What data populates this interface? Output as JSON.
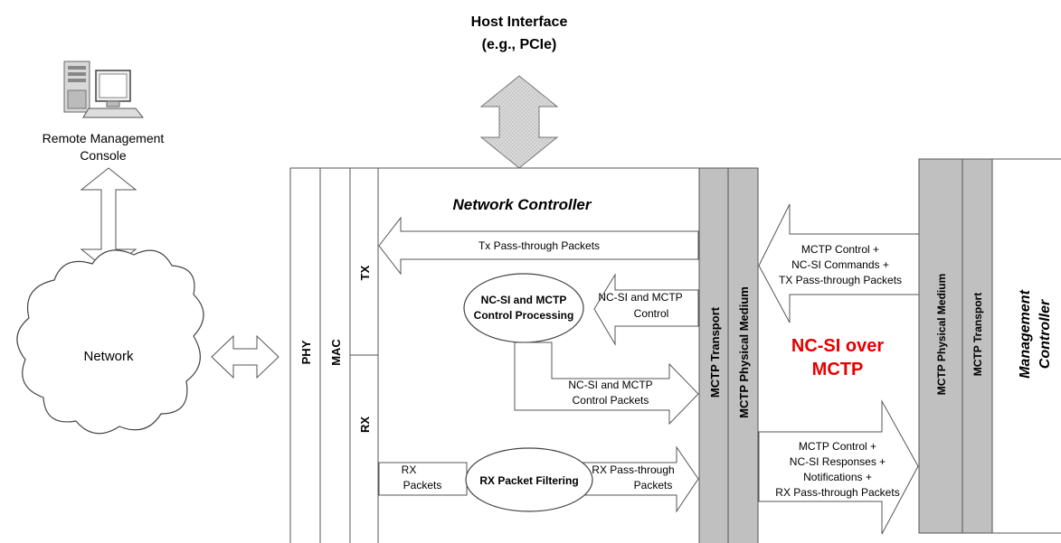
{
  "host_interface": {
    "line1": "Host Interface",
    "line2": "(e.g., PCIe)"
  },
  "remote_console": {
    "line1": "Remote Management",
    "line2": "Console"
  },
  "network_label": "Network",
  "nc": {
    "title": "Network Controller",
    "phy": "PHY",
    "mac": "MAC",
    "tx": "TX",
    "rx": "RX",
    "mctp_transport": "MCTP Transport",
    "mctp_physical_medium": "MCTP Physical Medium"
  },
  "processing": {
    "line1": "NC-SI and MCTP",
    "line2": "Control Processing"
  },
  "filtering": "RX Packet Filtering",
  "labels": {
    "tx_passthrough": "Tx Pass-through Packets",
    "control_in": {
      "line1": "NC-SI and MCTP",
      "line2": "Control"
    },
    "control_out": {
      "line1": "NC-SI and MCTP",
      "line2": "Control  Packets"
    },
    "rx_packets": {
      "line1": "RX",
      "line2": "Packets"
    },
    "rx_passthrough": {
      "line1": "RX Pass-through",
      "line2": "Packets"
    },
    "to_nc": {
      "line1": "MCTP Control +",
      "line2": "NC-SI Commands +",
      "line3": "TX Pass-through Packets"
    },
    "to_mc": {
      "line1": "MCTP Control +",
      "line2": "NC-SI Responses +",
      "line3": "Notifications +",
      "line4": "RX Pass-through Packets"
    }
  },
  "center_label": {
    "line1": "NC-SI over",
    "line2": "MCTP",
    "color": "#e60000"
  },
  "mc": {
    "mctp_physical_medium": "MCTP Physical Medium",
    "mctp_transport": "MCTP Transport",
    "title_line1": "Management",
    "title_line2": "Controller"
  },
  "icons": {
    "computer": "computer-icon",
    "cloud": "cloud-icon"
  }
}
